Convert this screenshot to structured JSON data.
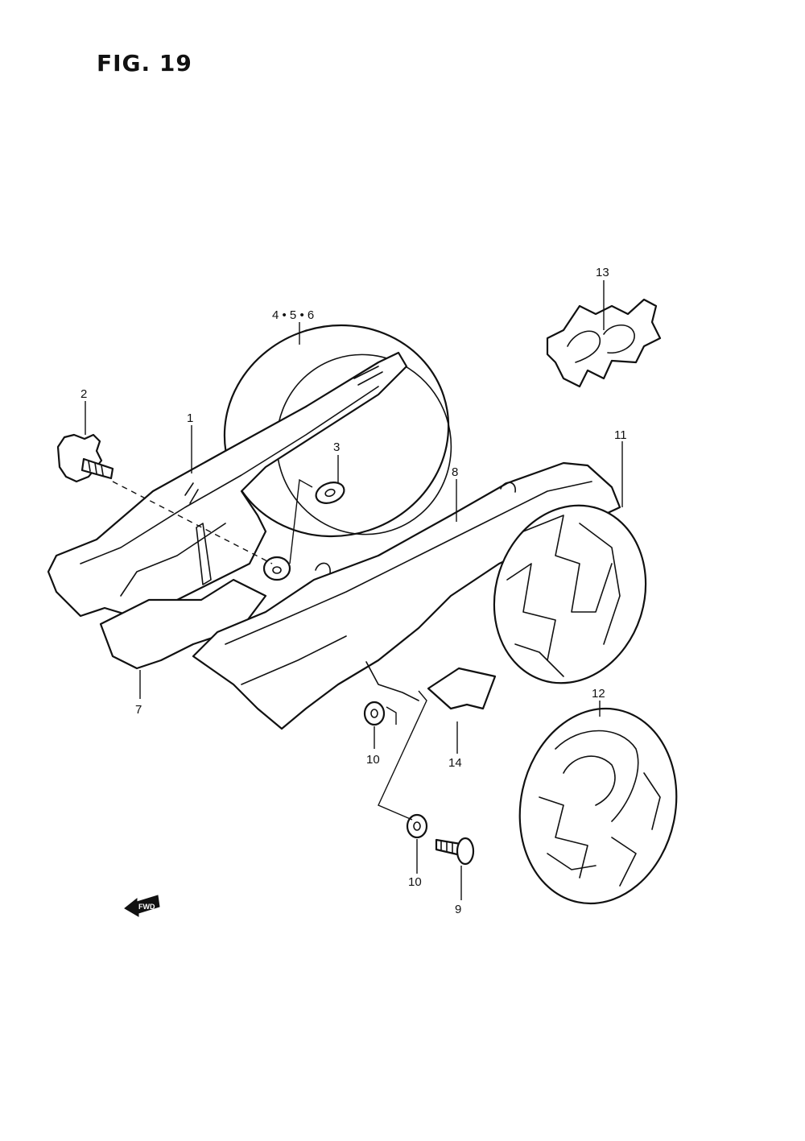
{
  "figure": {
    "title": "FIG. 19"
  },
  "callouts": {
    "c1": "1",
    "c2": "2",
    "c3": "3",
    "c456": "4 • 5 • 6",
    "c7": "7",
    "c8": "8",
    "c9": "9",
    "c10a": "10",
    "c10b": "10",
    "c11": "11",
    "c12": "12",
    "c13": "13",
    "c14": "14"
  },
  "fwd_marker": {
    "text": "FWD"
  }
}
